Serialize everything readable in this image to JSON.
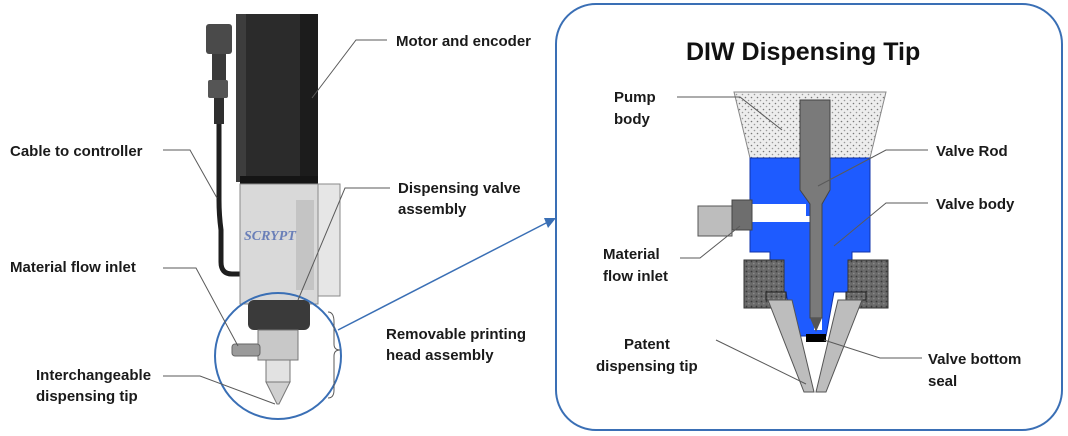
{
  "left_labels": {
    "motor": "Motor and encoder",
    "cable": "Cable to controller",
    "valve_assembly_1": "Dispensing valve",
    "valve_assembly_2": "assembly",
    "flow_inlet": "Material flow inlet",
    "head_assembly_1": "Removable printing",
    "head_assembly_2": "head assembly",
    "tip_1": "Interchangeable",
    "tip_2": "dispensing tip",
    "logo_text": "SCRYPT"
  },
  "right_panel": {
    "title": "DIW Dispensing Tip",
    "pump_body_1": "Pump",
    "pump_body_2": "body",
    "valve_rod": "Valve Rod",
    "valve_body": "Valve body",
    "flow_inlet_1": "Material",
    "flow_inlet_2": "flow inlet",
    "patent_tip_1": "Patent",
    "patent_tip_2": "dispensing tip",
    "bottom_seal_1": "Valve bottom",
    "bottom_seal_2": "seal"
  },
  "colors": {
    "callout_blue": "#3a6fb5",
    "valve_blue": "#1e5bff",
    "motor_black": "#2b2b2b",
    "housing_gray": "#d9d9d9"
  }
}
